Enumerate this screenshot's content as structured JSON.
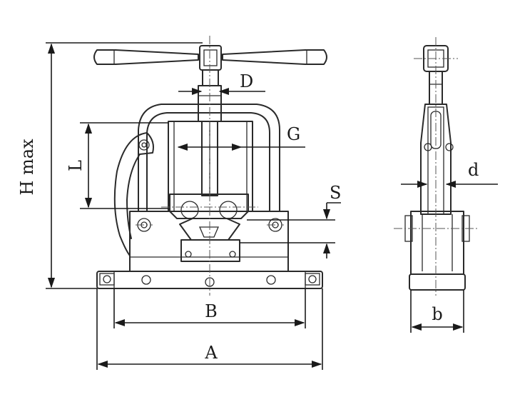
{
  "dimension_labels": {
    "h_max": "H max",
    "d_upper": "D",
    "g": "G",
    "l": "L",
    "s": "S",
    "b_upper": "B",
    "a": "A",
    "d_lower": "d",
    "b_lower": "b"
  },
  "colors": {
    "ink": "#2a2a2a",
    "background": "#ffffff"
  }
}
